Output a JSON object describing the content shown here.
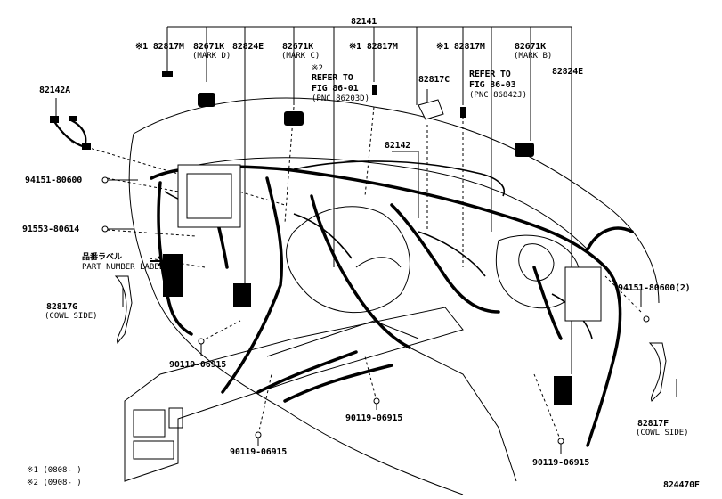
{
  "callouts": {
    "top_assy": "82141",
    "c_82817m_1": "※1 82817M",
    "c_82671k_d": "82671K",
    "c_mark_d": "(MARK D)",
    "c_82824e_1": "82824E",
    "c_82671k_c": "82671K",
    "c_mark_c": "(MARK C)",
    "c_82817m_2": "※1 82817M",
    "c_82817m_3": "※1 82817M",
    "c_82671k_b": "82671K",
    "c_mark_b": "(MARK B)",
    "c_82824e_2": "82824E",
    "c_82142a": "82142A",
    "c_refer1_a": "※2",
    "c_refer1_b": "REFER TO",
    "c_refer1_c": "FIG 86-01",
    "c_refer1_d": "(PNC 86203D)",
    "c_82817c": "82817C",
    "c_refer2_a": "REFER TO",
    "c_refer2_b": "FIG 86-03",
    "c_refer2_c": "(PNC 86842J)",
    "c_82142": "82142",
    "c_94151_1": "94151-80600",
    "c_91553": "91553-80614",
    "c_label_jp": "品番ラベル",
    "c_label_en": "PART NUMBER LABEL",
    "c_82817g": "82817G",
    "c_cowl_1": "(COWL SIDE)",
    "c_94151_2": "94151-80600(2)",
    "c_90119_1": "90119-06915",
    "c_90119_2": "90119-06915",
    "c_90119_3": "90119-06915",
    "c_90119_4": "90119-06915",
    "c_82817f": "82817F",
    "c_cowl_2": "(COWL SIDE)"
  },
  "footnotes": {
    "note1": "※1 (0808-        )",
    "note2": "※2 (0908-        )"
  },
  "figure_id": "824470F"
}
